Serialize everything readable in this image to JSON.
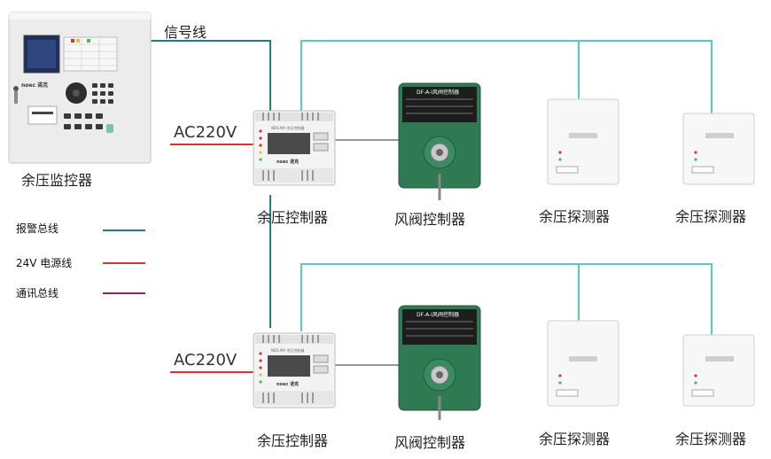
{
  "monitor": {
    "label": "余压监控器",
    "brand": "noec"
  },
  "signal_line_label": "信号线",
  "power_label_top": "AC220V",
  "power_label_bottom": "AC220V",
  "legend": [
    {
      "label": "报警总线",
      "color": "#1f7f79"
    },
    {
      "label": "24V 电源线",
      "color": "#d2343b"
    },
    {
      "label": "通讯总线",
      "color": "#7a2a6a"
    }
  ],
  "colors": {
    "bus": "#5fc7c1",
    "power": "#d2343b",
    "signal": "#1f7f79"
  },
  "row_top": {
    "controller_label": "余压控制器",
    "damper_label": "风阀控制器",
    "sensor1_label": "余压探测器",
    "sensor2_label": "余压探测器"
  },
  "row_bottom": {
    "controller_label": "余压控制器",
    "damper_label": "风阀控制器",
    "sensor1_label": "余压探测器",
    "sensor2_label": "余压探测器"
  },
  "damper_plate_title": "DF-A-I风阀控制器",
  "controller_model": "NDS-MA 余压控制器"
}
